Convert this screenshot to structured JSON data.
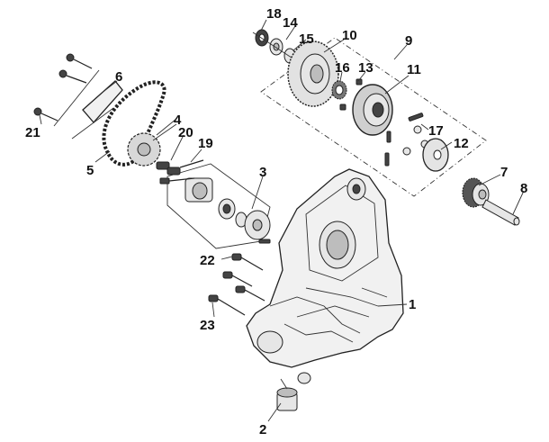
{
  "callouts": [
    {
      "num": "1"
    },
    {
      "num": "2"
    },
    {
      "num": "3"
    },
    {
      "num": "4"
    },
    {
      "num": "5"
    },
    {
      "num": "6"
    },
    {
      "num": "7"
    },
    {
      "num": "8"
    },
    {
      "num": "9"
    },
    {
      "num": "10"
    },
    {
      "num": "11"
    },
    {
      "num": "12"
    },
    {
      "num": "13"
    },
    {
      "num": "14"
    },
    {
      "num": "15"
    },
    {
      "num": "16"
    },
    {
      "num": "17"
    },
    {
      "num": "18"
    },
    {
      "num": "19"
    },
    {
      "num": "20"
    },
    {
      "num": "21"
    },
    {
      "num": "22"
    },
    {
      "num": "23"
    }
  ]
}
